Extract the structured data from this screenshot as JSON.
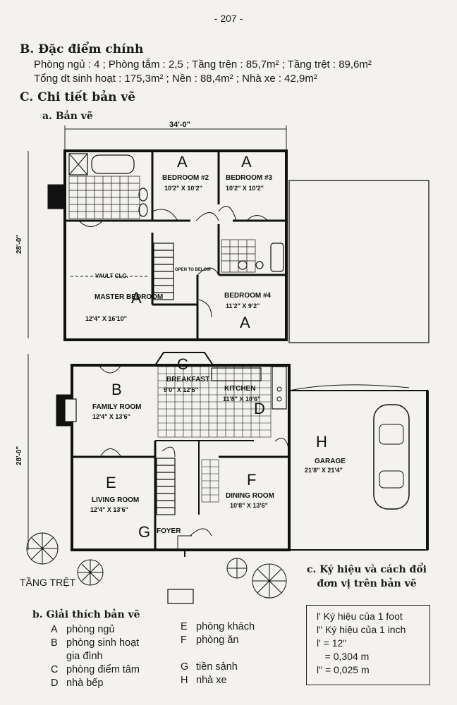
{
  "page_number": "- 207 -",
  "section_b": {
    "heading": "B. Đặc điểm chính",
    "line1": "Phòng ngủ : 4 ; Phòng tắm : 2,5 ; Tầng trên : 85,7m² ; Tầng trệt : 89,6m²",
    "line2": "Tổng dt sinh hoạt : 175,3m² ;   Nền : 88,4m² ;   Nhà xe : 42,9m²"
  },
  "section_c": {
    "heading": "C. Chi tiết bản vẽ",
    "sub_a": "a. Bản vẽ",
    "sub_b": "b. Giải thích bản vẽ",
    "sub_c_line1": "c. Ký hiệu và cách đổi",
    "sub_c_line2": "đơn vị trên bản vẽ"
  },
  "plan": {
    "top_dim": "34'-0\"",
    "side_dim_upper": "28'-0\"",
    "side_dim_lower": "28'-0\"",
    "vault": "VAULT CLG.",
    "open_below": "OPEN TO BELOW",
    "ground_label": "TẦNG TRỆT",
    "rooms_upper": [
      {
        "name": "BEDROOM #2",
        "size": "10'2\" X 10'2\"",
        "letter": "A"
      },
      {
        "name": "BEDROOM #3",
        "size": "10'2\" X 10'2\"",
        "letter": "A"
      },
      {
        "name": "MASTER BEDROOM",
        "size": "12'4\" X 16'10\"",
        "letter": "A"
      },
      {
        "name": "BEDROOM #4",
        "size": "11'2\" X 9'2\"",
        "letter": "A"
      }
    ],
    "rooms_lower": [
      {
        "name": "BREAKFAST",
        "size": "9'0\" X 12'6\"",
        "letter": "C"
      },
      {
        "name": "KITCHEN",
        "size": "11'8\" X 10'6\"",
        "letter": "D"
      },
      {
        "name": "FAMILY ROOM",
        "size": "12'4\" X 13'6\"",
        "letter": "B"
      },
      {
        "name": "GARAGE",
        "size": "21'8\" X 21'4\"",
        "letter": "H"
      },
      {
        "name": "LIVING ROOM",
        "size": "12'4\" X 13'6\"",
        "letter": "E"
      },
      {
        "name": "DINING ROOM",
        "size": "10'8\" X 13'6\"",
        "letter": "F"
      },
      {
        "name": "FOYER",
        "size": "",
        "letter": "G"
      }
    ]
  },
  "legend": [
    {
      "code": "A",
      "text": "phòng ngủ"
    },
    {
      "code": "B",
      "text": "phòng sinh hoạt"
    },
    {
      "code": "",
      "text": "gia đình"
    },
    {
      "code": "C",
      "text": "phòng điểm tâm"
    },
    {
      "code": "D",
      "text": "nhà bếp"
    },
    {
      "code": "E",
      "text": "phòng khách"
    },
    {
      "code": "F",
      "text": "phòng ăn"
    },
    {
      "code": "G",
      "text": "tiền sảnh"
    },
    {
      "code": "H",
      "text": "nhà xe"
    }
  ],
  "units": [
    "l' Ký hiệu của 1 foot",
    "l\" Ký hiệu của 1 inch",
    "l' = 12\"",
    "   = 0,304 m",
    "l\" = 0,025 m"
  ]
}
